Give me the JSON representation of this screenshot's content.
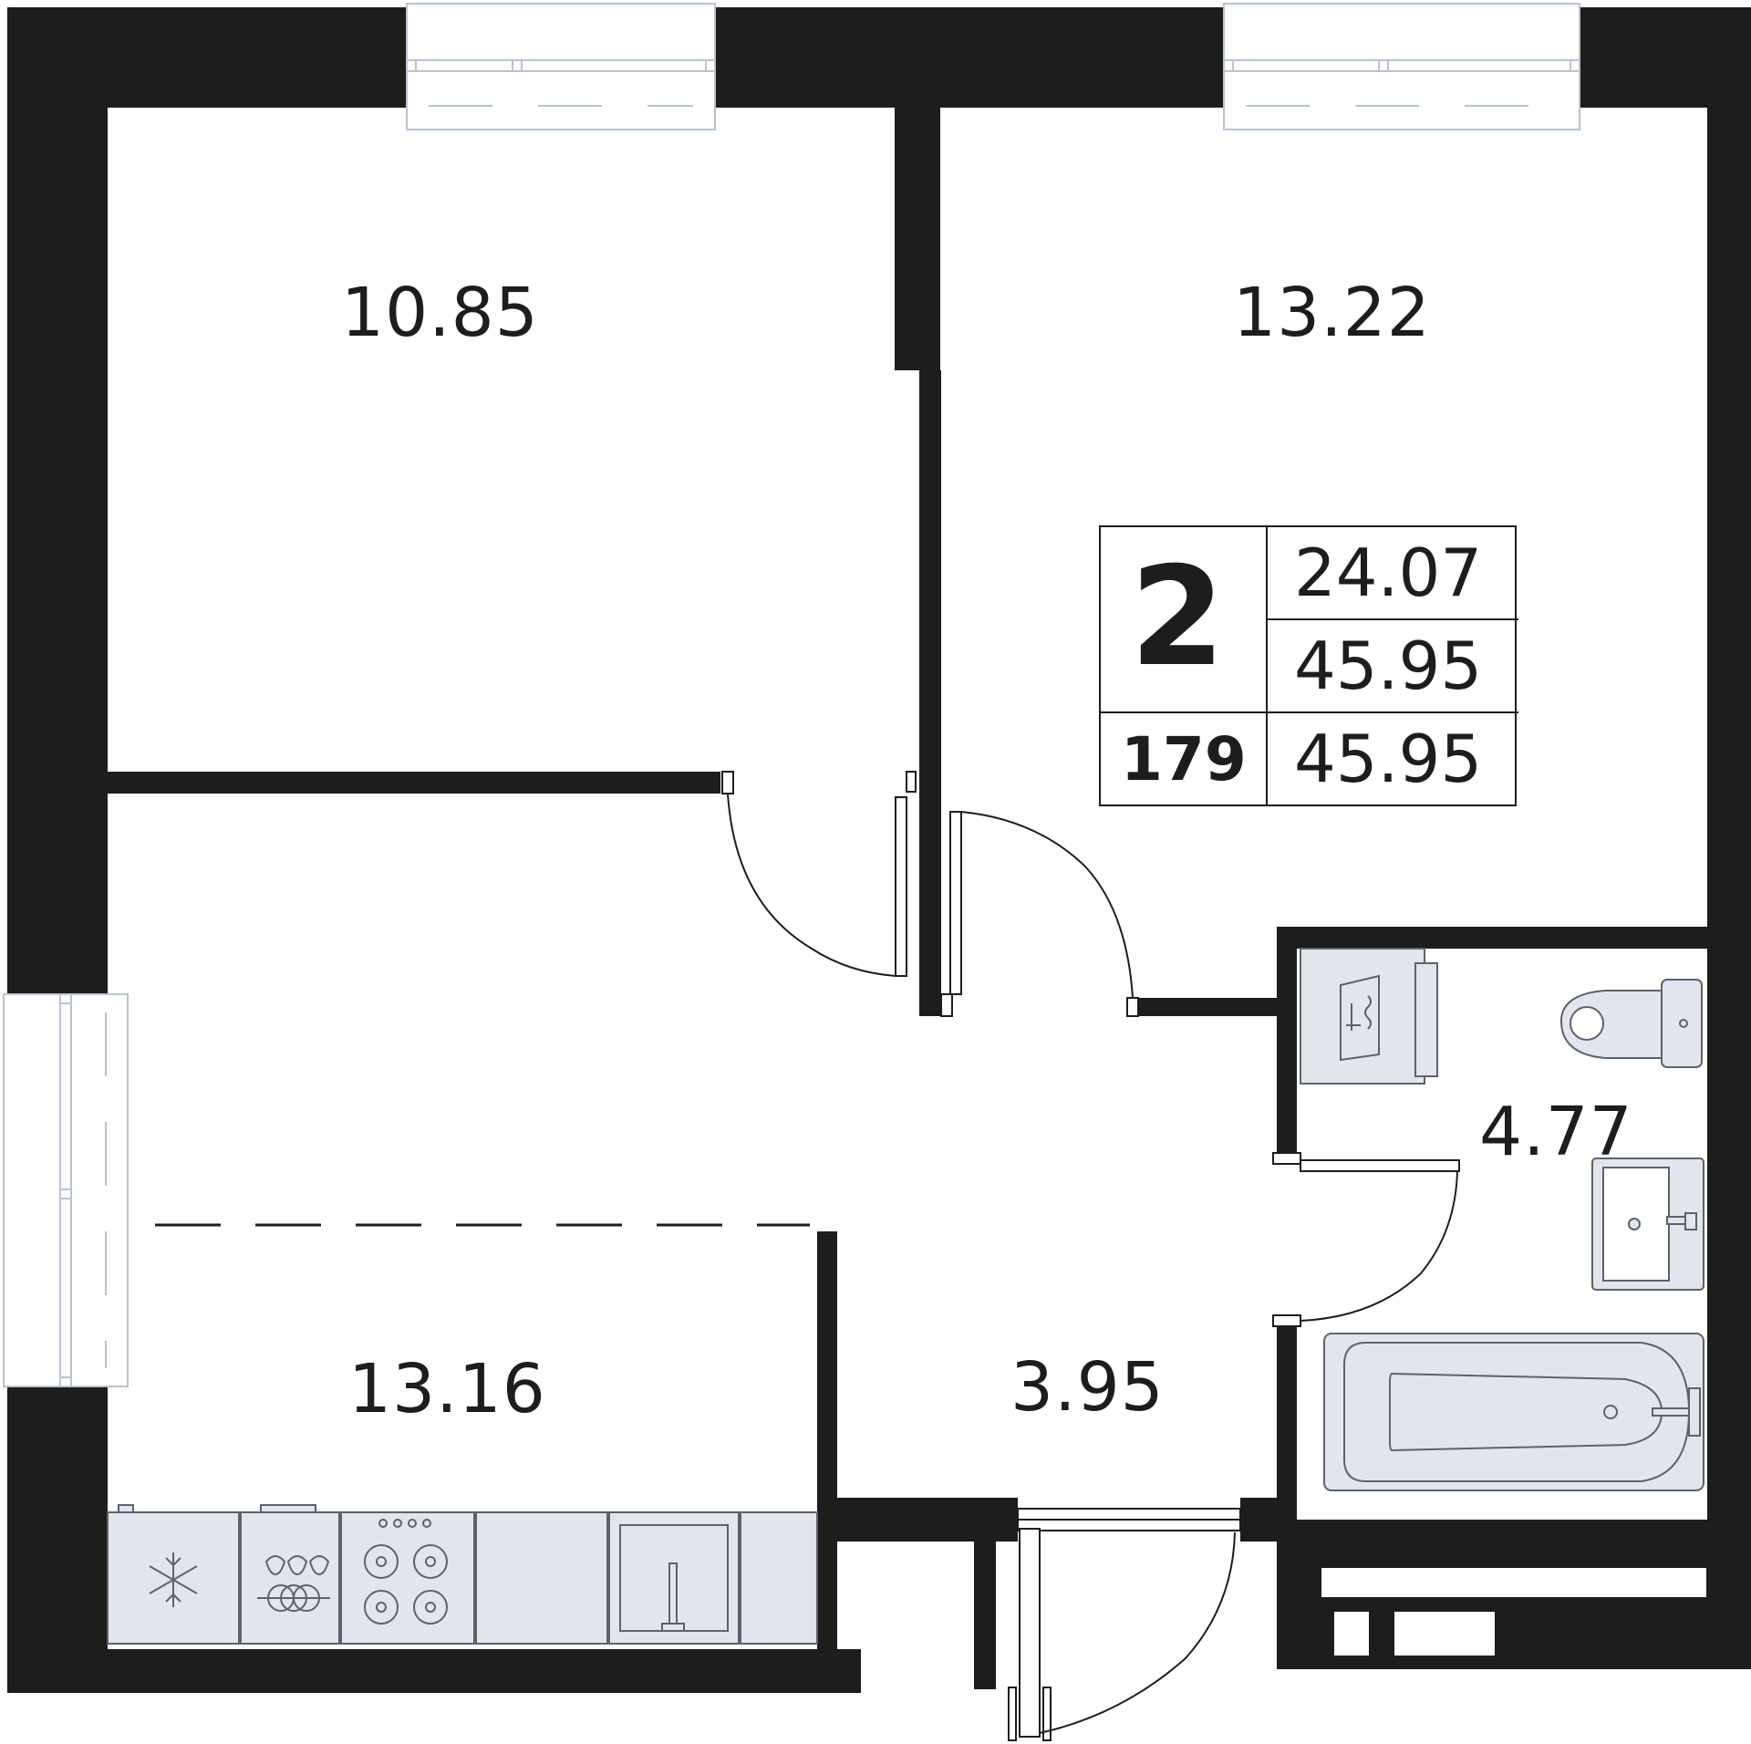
{
  "rooms": {
    "bedroom_left": {
      "area": "10.85"
    },
    "bedroom_right": {
      "area": "13.22"
    },
    "kitchen_living": {
      "area": "13.16"
    },
    "hallway": {
      "area": "3.95"
    },
    "bathroom": {
      "area": "4.77"
    }
  },
  "summary": {
    "room_count": "2",
    "apartment_number": "179",
    "living_area": "24.07",
    "total_area": "45.95",
    "total_area_with_balcony": "45.95"
  },
  "colors": {
    "wall": "#1d1d1b",
    "fixture_fill": "#e2e5ec",
    "fixture_stroke": "#5b6270",
    "window_stroke": "#b9c3d3"
  }
}
